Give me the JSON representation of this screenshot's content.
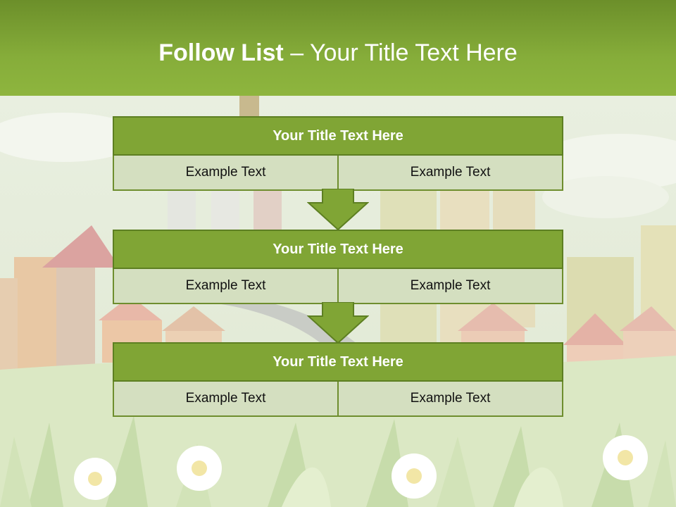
{
  "title": {
    "bold": "Follow List",
    "rest": " – Your Title Text Here"
  },
  "blocks": [
    {
      "title": "Your Title Text Here",
      "cells": [
        "Example Text",
        "Example Text"
      ]
    },
    {
      "title": "Your Title Text Here",
      "cells": [
        "Example Text",
        "Example Text"
      ]
    },
    {
      "title": "Your Title Text Here",
      "cells": [
        "Example Text",
        "Example Text"
      ]
    }
  ],
  "colors": {
    "header": "#86ad3a",
    "block_head": "#80a535",
    "cell": "#d4dfc0",
    "arrow": "#80a535"
  }
}
